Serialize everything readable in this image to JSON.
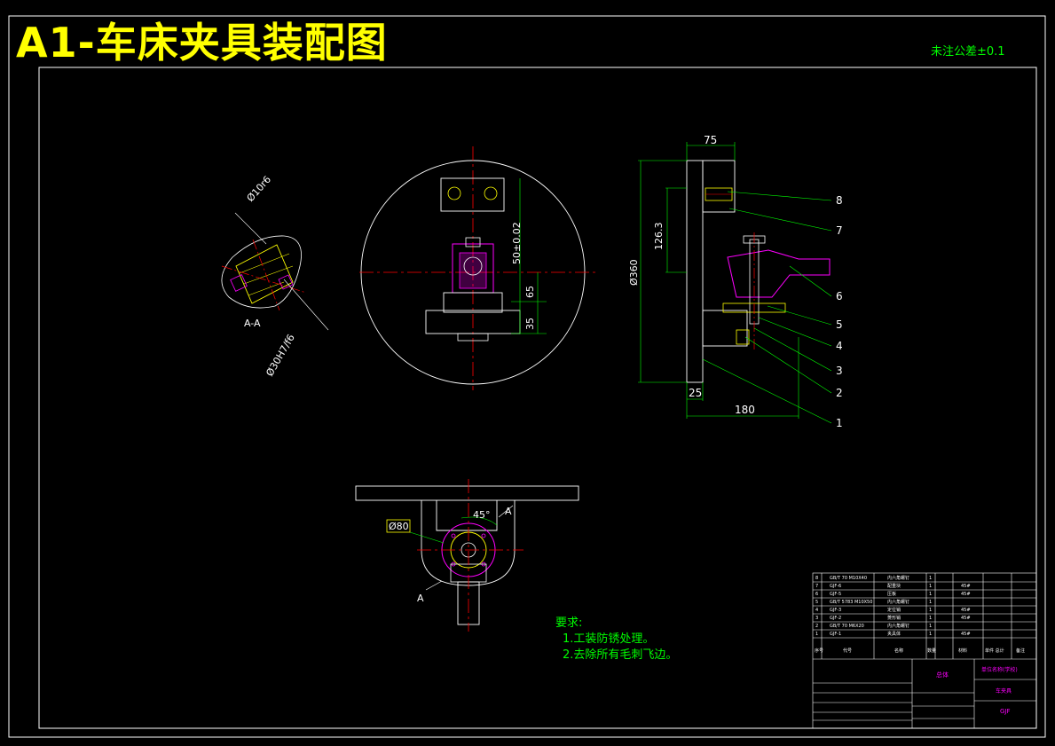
{
  "sheet_title": "A1-车床夹具装配图",
  "tolerance_note": "未注公差±0.1",
  "section_label": "A-A",
  "dimensions": {
    "section_dia_top": "Ø10r6",
    "section_dia_bottom": "Ø30H7/f6",
    "front_pos": "50±0.02",
    "front_65": "65",
    "front_35": "35",
    "side_75": "75",
    "side_126": "126.3",
    "side_dia": "Ø360",
    "side_25": "25",
    "side_180": "180",
    "bottom_dia": "Ø80",
    "bottom_angle": "45°",
    "section_mark_a": "A"
  },
  "balloons": [
    "8",
    "7",
    "6",
    "5",
    "4",
    "3",
    "2",
    "1"
  ],
  "requirements": {
    "heading": "要求:",
    "item1": "1.工装防锈处理。",
    "item2": "2.去除所有毛刺飞边。"
  },
  "title_block": {
    "parts": [
      {
        "no": "8",
        "code": "GB/T 70 M10X40",
        "name": "内六角螺钉",
        "qty": "1",
        "mat": ""
      },
      {
        "no": "7",
        "code": "GJF-6",
        "name": "配重块",
        "qty": "1",
        "mat": "45#"
      },
      {
        "no": "6",
        "code": "GJF-5",
        "name": "压板",
        "qty": "1",
        "mat": "45#"
      },
      {
        "no": "5",
        "code": "GB/T 5783 M10X50",
        "name": "内六角螺钉",
        "qty": "1",
        "mat": ""
      },
      {
        "no": "4",
        "code": "GJF-3",
        "name": "定位销",
        "qty": "1",
        "mat": "45#"
      },
      {
        "no": "3",
        "code": "GJF-2",
        "name": "菱形销",
        "qty": "1",
        "mat": "45#"
      },
      {
        "no": "2",
        "code": "GB/T 70 M6X20",
        "name": "内六角螺钉",
        "qty": "1",
        "mat": ""
      },
      {
        "no": "1",
        "code": "GJF-1",
        "name": "夹具体",
        "qty": "1",
        "mat": "45#"
      }
    ],
    "header": {
      "no": "序号",
      "code": "代号",
      "name": "名称",
      "qty": "数量",
      "mat": "材料",
      "weight": "单件 总计",
      "note": "备注"
    },
    "assembly_name": "总体",
    "unit": "单位名称(学校)",
    "drawing_name": "车夹具",
    "drawing_code": "GJF"
  },
  "colors": {
    "title": "#ffff00",
    "note": "#00ff00",
    "frame": "#ffffff",
    "centerline": "#ff0000",
    "dimension": "#00ff00",
    "part": "#ffff00",
    "hidden": "#ff00ff"
  }
}
